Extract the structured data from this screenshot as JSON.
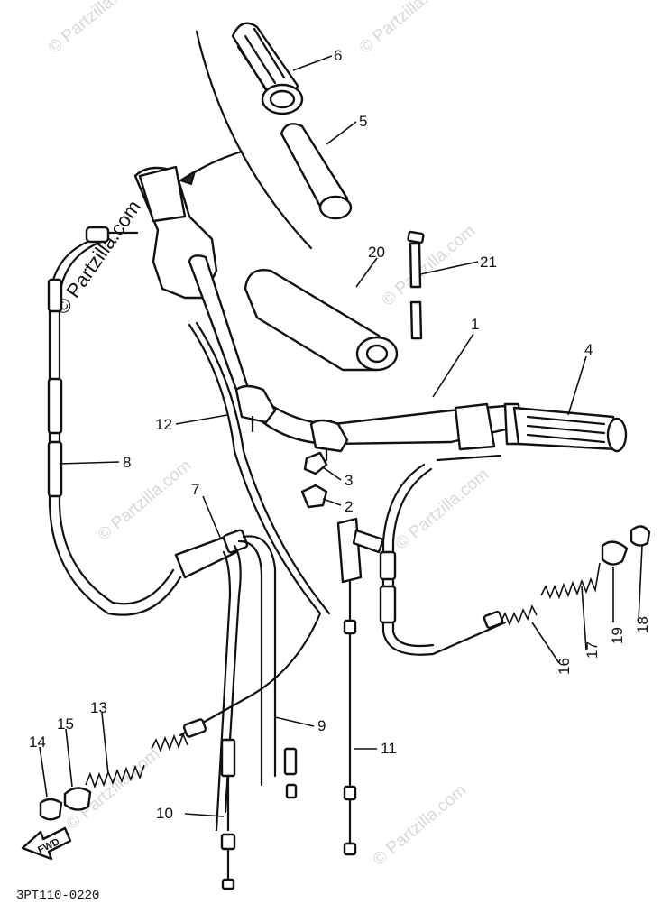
{
  "diagram_code": "3PT110-0220",
  "watermark": "© Partzilla.com",
  "fwd_label": "FWD",
  "callouts": [
    "1",
    "2",
    "3",
    "4",
    "5",
    "6",
    "7",
    "8",
    "9",
    "10",
    "11",
    "12",
    "13",
    "14",
    "15",
    "16",
    "17",
    "18",
    "19",
    "20",
    "21"
  ]
}
